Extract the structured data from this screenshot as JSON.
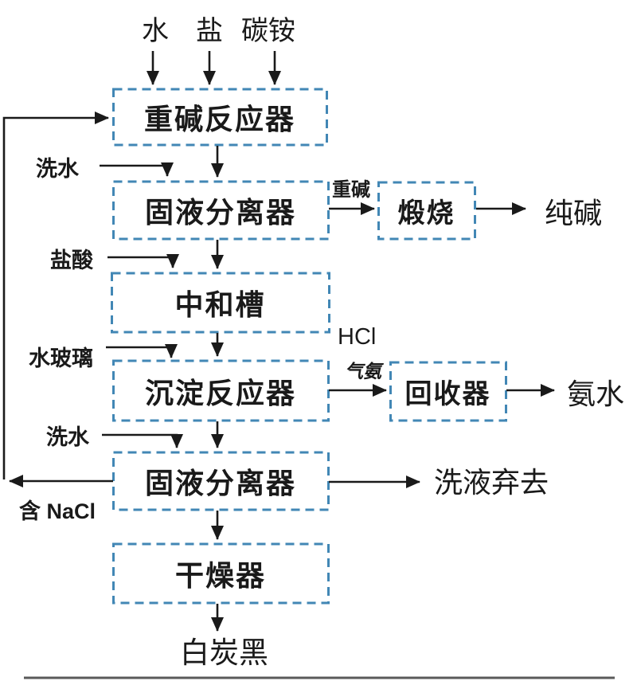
{
  "colors": {
    "box_border_blue": "#4287b5",
    "line_black": "#1a1a1a",
    "bottom_bar_gray": "#5a5a5a"
  },
  "top_inputs": {
    "water": "水",
    "salt": "盐",
    "ammonium_bicarbonate": "碳铵"
  },
  "boxes": {
    "reactor": "重碱反应器",
    "separator1": "固液分离器",
    "neutralizer": "中和槽",
    "precipitator": "沉淀反应器",
    "separator2": "固液分离器",
    "dryer": "干燥器",
    "calciner": "煅烧",
    "recoverer": "回收器"
  },
  "side_inputs": {
    "wash_water_1": "洗水",
    "hydrochloric_acid": "盐酸",
    "water_glass": "水玻璃",
    "wash_water_2": "洗水"
  },
  "stream_labels": {
    "heavy_alkali": "重碱",
    "hcl": "HCl",
    "ammonia_gas": "气氨",
    "contains_nacl": "含 NaCl"
  },
  "outputs": {
    "soda_ash": "纯碱",
    "ammonia_water": "氨水",
    "wash_liquid_discard": "洗液弃去",
    "white_carbon_black": "白炭黑"
  }
}
